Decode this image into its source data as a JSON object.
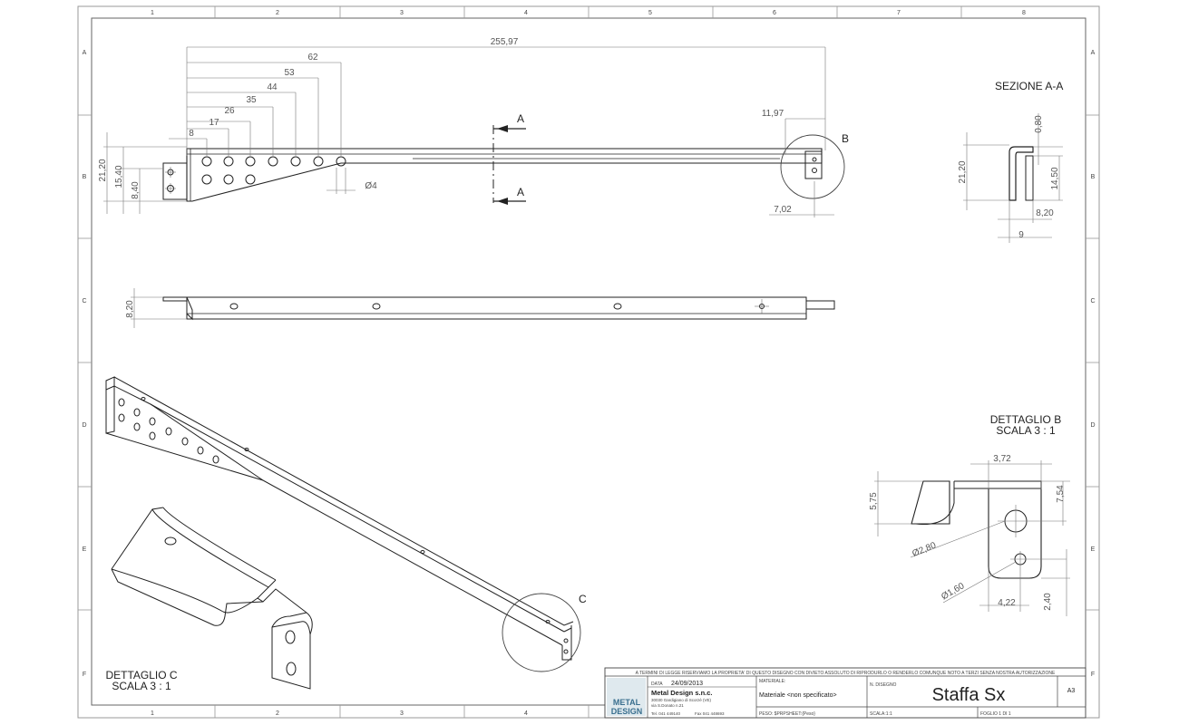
{
  "sheet": {
    "columns": [
      "1",
      "2",
      "3",
      "4",
      "5",
      "6",
      "7",
      "8"
    ],
    "rows": [
      "A",
      "B",
      "C",
      "D",
      "E",
      "F"
    ]
  },
  "top_view": {
    "dims_horizontal": [
      "8",
      "17",
      "26",
      "35",
      "44",
      "53",
      "62",
      "255,97"
    ],
    "dim_right": "11,97",
    "dim_right_bottom": "7,02",
    "dims_vertical": [
      "21,20",
      "15,40",
      "8,40"
    ],
    "hole_dia": "Ø4",
    "section_mark": "A",
    "detail_mark": "B"
  },
  "bottom_view": {
    "dim": "8,20"
  },
  "section_aa": {
    "title": "SEZIONE A-A",
    "dims": {
      "thickness": "0,80",
      "height": "21,20",
      "inner": "14,50",
      "flange": "8,20",
      "width": "9"
    }
  },
  "detail_b": {
    "title": "DETTAGLIO B",
    "scale": "SCALA 3 : 1",
    "dims": {
      "top": "3,72",
      "left": "5,75",
      "right": "7,54",
      "hole1": "Ø2,80",
      "hole2": "Ø1,60",
      "bottom": "4,22",
      "corner": "2,40"
    }
  },
  "detail_c": {
    "title": "DETTAGLIO C",
    "scale": "SCALA 3 : 1",
    "mark": "C"
  },
  "title_block": {
    "legal": "A TERMINI DI LEGGE RISERVIAMO LA PROPRIETA' DI QUESTO DISEGNO CON DIVIETO ASSOLUTO DI RIPRODURLO O RENDERLO COMUNQUE NOTO A TERZI SENZA NOSTRA AUTORIZZAZIONE",
    "data_label": "DATA",
    "date": "24/09/2013",
    "company": "Metal Design s.n.c.",
    "address1": "30030 Gardigiano di Scorzè (VE)",
    "address2": "via S.Donato n.21",
    "tel": "Tel. 041 449140",
    "fax": "Fax 041 448693",
    "logo_line1": "METAL",
    "logo_line2": "DESIGN",
    "materiale_label": "MATERIALE:",
    "materiale_value": "Materiale <non specificato>",
    "peso": "PESO: $PRPSHEET:{Peso}",
    "ndisegno_label": "N. DISEGNO",
    "drawing_title": "Staffa Sx",
    "format": "A3",
    "scala": "SCALA:1:1",
    "foglio": "FOGLIO 1 DI 1"
  }
}
